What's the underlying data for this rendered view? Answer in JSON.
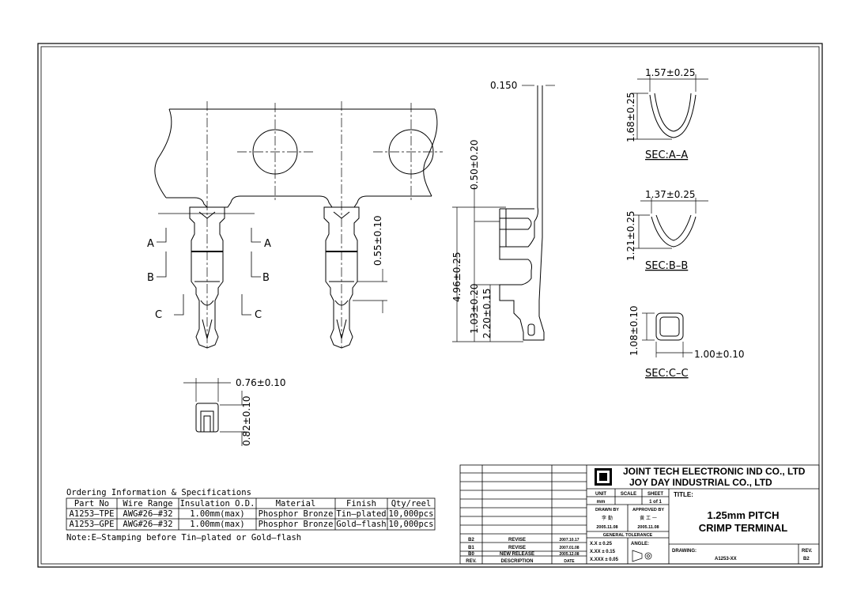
{
  "dims": {
    "d_0150": "0.150",
    "d_050": "0.50±0.20",
    "d_055": "0.55±0.10",
    "d_496": "4.96±0.25",
    "d_103": "1.03±0.20",
    "d_220": "2.20±0.15",
    "d_076": "0.76±0.10",
    "d_082": "0.82±0.10",
    "sec_a_w": "1.57±0.25",
    "sec_a_h": "1.68±0.25",
    "sec_b_w": "1.37±0.25",
    "sec_b_h": "1.21±0.25",
    "sec_c_h": "1.08±0.10",
    "sec_c_w": "1.00±0.10"
  },
  "sections": {
    "a": "SEC:A–A",
    "b": "SEC:B–B",
    "c": "SEC:C–C"
  },
  "cut_labels": {
    "a": "A",
    "b": "B",
    "c": "C"
  },
  "ordering": {
    "title": "Ordering Information & Specifications",
    "headers": [
      "Part No",
      "Wire Range",
      "Insulation O.D.",
      "Material",
      "Finish",
      "Qty/reel"
    ],
    "rows": [
      [
        "A1253–TPE",
        "AWG#26–#32",
        "1.00mm(max)",
        "Phosphor Bronze",
        "Tin–plated",
        "10,000pcs"
      ],
      [
        "A1253–GPE",
        "AWG#26–#32",
        "1.00mm(max)",
        "Phosphor Bronze",
        "Gold–flash",
        "10,000pcs"
      ]
    ],
    "note": "Note:E–Stamping before Tin–plated or Gold–flash"
  },
  "titleblock": {
    "company1": "JOINT TECH ELECTRONIC IND CO., LTD",
    "company2": "JOY DAY INDUSTRIAL CO., LTD",
    "unit_label": "UNIT",
    "unit_value": "mm",
    "scale_label": "SCALE",
    "sheet_label": "SHEET",
    "sheet_value": "1 of 1",
    "title_label": "TITLE:",
    "title1": "1.25mm PITCH",
    "title2": "CRIMP TERMINAL",
    "drawn_by": "DRAWN BY",
    "approved_by": "APPROVED BY",
    "drawn_name": "李 勤",
    "approved_name": "黄 工 一",
    "drawn_date": "2005.11.08",
    "approved_date": "2005.11.08",
    "general_tol": "GENERAL TOLERANCE",
    "tol1": "X.X ± 0.25",
    "tol2": "X.XX ± 0.15",
    "tol3": "X.XXX ± 0.05",
    "angle": "ANGLE:",
    "drawing_no_label": "DRAWING:",
    "drawing_no": "A1253-XX",
    "rev_label": "REV.",
    "rev_value": "B2",
    "rev_rows": [
      {
        "rev": "B2",
        "desc": "REVISE",
        "date": "2007.10.17"
      },
      {
        "rev": "B1",
        "desc": "REVISE",
        "date": "2007.01.08"
      },
      {
        "rev": "B0",
        "desc": "NEW RELEASE",
        "date": "2005.12.08"
      },
      {
        "rev": "REV.",
        "desc": "DESCRIPTION",
        "date": "DATE"
      }
    ]
  }
}
